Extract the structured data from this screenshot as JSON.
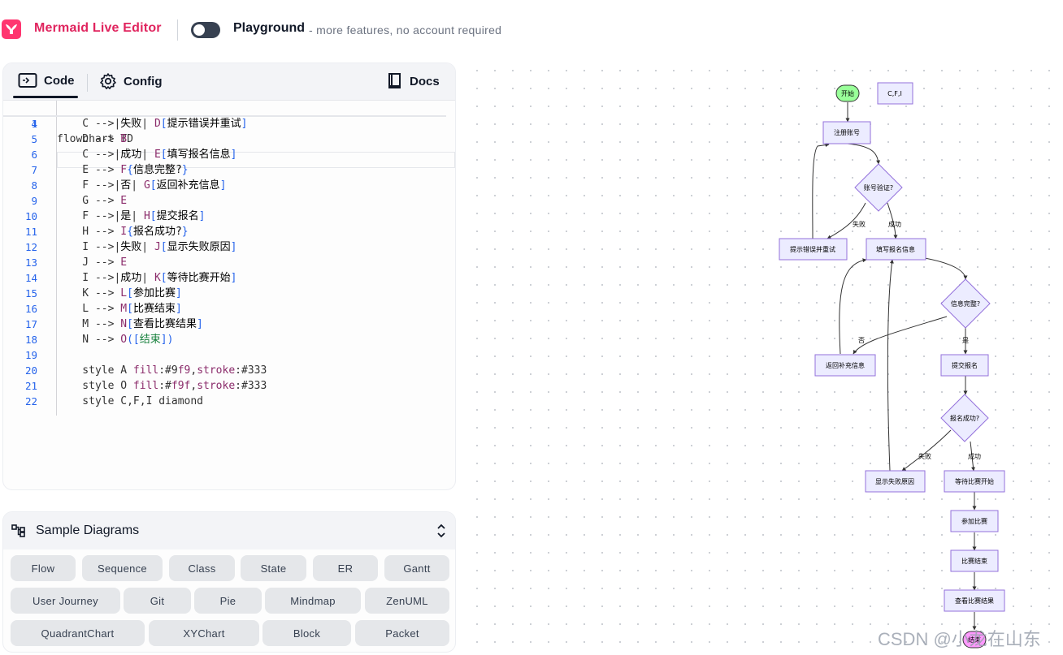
{
  "header": {
    "app_title": "Mermaid Live Editor",
    "playground_label": "Playground",
    "playground_sub": "- more features, no account required"
  },
  "editor": {
    "tabs": {
      "code": "Code",
      "config": "Config",
      "docs": "Docs"
    },
    "sticky_line": {
      "num": "1",
      "text": "flowchart TD"
    },
    "lines": [
      {
        "num": "4",
        "parts": [
          [
            "ar",
            "    C -->|"
          ],
          [
            "lbl",
            "失败"
          ],
          [
            "ar",
            "| "
          ],
          [
            "nd",
            "D"
          ],
          [
            "br",
            "["
          ],
          [
            "lbl",
            "提示错误并重试"
          ],
          [
            "br",
            "]"
          ]
        ]
      },
      {
        "num": "5",
        "parts": [
          [
            "ar",
            "    D --> "
          ],
          [
            "nd",
            "B"
          ]
        ]
      },
      {
        "num": "6",
        "parts": [
          [
            "ar",
            "    C -->|"
          ],
          [
            "lbl",
            "成功"
          ],
          [
            "ar",
            "| "
          ],
          [
            "nd",
            "E"
          ],
          [
            "br",
            "["
          ],
          [
            "lbl",
            "填写报名信息"
          ],
          [
            "br",
            "]"
          ]
        ]
      },
      {
        "num": "7",
        "parts": [
          [
            "ar",
            "    E --> "
          ],
          [
            "nd",
            "F"
          ],
          [
            "br",
            "{"
          ],
          [
            "lbl",
            "信息完整?"
          ],
          [
            "br",
            "}"
          ]
        ]
      },
      {
        "num": "8",
        "parts": [
          [
            "ar",
            "    F -->|"
          ],
          [
            "lbl",
            "否"
          ],
          [
            "ar",
            "| "
          ],
          [
            "nd",
            "G"
          ],
          [
            "br",
            "["
          ],
          [
            "lbl",
            "返回补充信息"
          ],
          [
            "br",
            "]"
          ]
        ]
      },
      {
        "num": "9",
        "parts": [
          [
            "ar",
            "    G --> "
          ],
          [
            "nd",
            "E"
          ]
        ]
      },
      {
        "num": "10",
        "parts": [
          [
            "ar",
            "    F -->|"
          ],
          [
            "lbl",
            "是"
          ],
          [
            "ar",
            "| "
          ],
          [
            "nd",
            "H"
          ],
          [
            "br",
            "["
          ],
          [
            "lbl",
            "提交报名"
          ],
          [
            "br",
            "]"
          ]
        ]
      },
      {
        "num": "11",
        "parts": [
          [
            "ar",
            "    H --> "
          ],
          [
            "nd",
            "I"
          ],
          [
            "br",
            "{"
          ],
          [
            "lbl",
            "报名成功?"
          ],
          [
            "br",
            "}"
          ]
        ]
      },
      {
        "num": "12",
        "parts": [
          [
            "ar",
            "    I -->|"
          ],
          [
            "lbl",
            "失败"
          ],
          [
            "ar",
            "| "
          ],
          [
            "nd",
            "J"
          ],
          [
            "br",
            "["
          ],
          [
            "lbl",
            "显示失败原因"
          ],
          [
            "br",
            "]"
          ]
        ]
      },
      {
        "num": "13",
        "parts": [
          [
            "ar",
            "    J --> "
          ],
          [
            "nd",
            "E"
          ]
        ]
      },
      {
        "num": "14",
        "parts": [
          [
            "ar",
            "    I -->|"
          ],
          [
            "lbl",
            "成功"
          ],
          [
            "ar",
            "| "
          ],
          [
            "nd",
            "K"
          ],
          [
            "br",
            "["
          ],
          [
            "lbl",
            "等待比赛开始"
          ],
          [
            "br",
            "]"
          ]
        ]
      },
      {
        "num": "15",
        "parts": [
          [
            "ar",
            "    K --> "
          ],
          [
            "nd",
            "L"
          ],
          [
            "br",
            "["
          ],
          [
            "lbl",
            "参加比赛"
          ],
          [
            "br",
            "]"
          ]
        ]
      },
      {
        "num": "16",
        "parts": [
          [
            "ar",
            "    L --> "
          ],
          [
            "nd",
            "M"
          ],
          [
            "br",
            "["
          ],
          [
            "lbl",
            "比赛结束"
          ],
          [
            "br",
            "]"
          ]
        ]
      },
      {
        "num": "17",
        "parts": [
          [
            "ar",
            "    M --> "
          ],
          [
            "nd",
            "N"
          ],
          [
            "br",
            "["
          ],
          [
            "lbl",
            "查看比赛结果"
          ],
          [
            "br",
            "]"
          ]
        ]
      },
      {
        "num": "18",
        "parts": [
          [
            "ar",
            "    N --> "
          ],
          [
            "nd",
            "O"
          ],
          [
            "br",
            "(["
          ],
          [
            "grn",
            "结束"
          ],
          [
            "br",
            "])"
          ]
        ]
      },
      {
        "num": "19",
        "parts": []
      },
      {
        "num": "20",
        "parts": [
          [
            "ar",
            "    style A "
          ],
          [
            "nd",
            "fill"
          ],
          [
            "ar",
            ":#9"
          ],
          [
            "nd",
            "f9"
          ],
          [
            "ar",
            ","
          ],
          [
            "nd",
            "stroke"
          ],
          [
            "ar",
            ":#333"
          ]
        ]
      },
      {
        "num": "21",
        "parts": [
          [
            "ar",
            "    style O "
          ],
          [
            "nd",
            "fill"
          ],
          [
            "ar",
            ":#"
          ],
          [
            "nd",
            "f9f"
          ],
          [
            "ar",
            ","
          ],
          [
            "nd",
            "stroke"
          ],
          [
            "ar",
            ":#333"
          ]
        ]
      },
      {
        "num": "22",
        "parts": [
          [
            "ar",
            "    style C,F,I diamond"
          ]
        ]
      }
    ]
  },
  "samples": {
    "title": "Sample Diagrams",
    "rows": [
      [
        "Flow",
        "Sequence",
        "Class",
        "State",
        "ER",
        "Gantt"
      ],
      [
        "User Journey",
        "Git",
        "Pie",
        "Mindmap",
        "ZenUML"
      ],
      [
        "QuadrantChart",
        "XYChart",
        "Block",
        "Packet"
      ]
    ]
  },
  "diagram": {
    "nodes": {
      "A": "开始",
      "note": "C,F,I",
      "B": "注册账号",
      "C": "账号验证?",
      "D": "提示错误并重试",
      "E": "填写报名信息",
      "F": "信息完整?",
      "G": "返回补充信息",
      "H": "提交报名",
      "I": "报名成功?",
      "J": "显示失败原因",
      "K": "等待比赛开始",
      "L": "参加比赛",
      "M": "比赛结束",
      "N": "查看比赛结果",
      "O": "结束"
    },
    "edge_labels": {
      "c_fail": "失败",
      "c_ok": "成功",
      "f_no": "否",
      "f_yes": "是",
      "i_fail": "失败",
      "i_ok": "成功"
    },
    "colors": {
      "start_fill": "#99ff99",
      "end_fill": "#ff99ff",
      "node_fill": "#ECECFF",
      "node_stroke": "#9370DB"
    }
  },
  "watermark": "CSDN @小龙在山东"
}
